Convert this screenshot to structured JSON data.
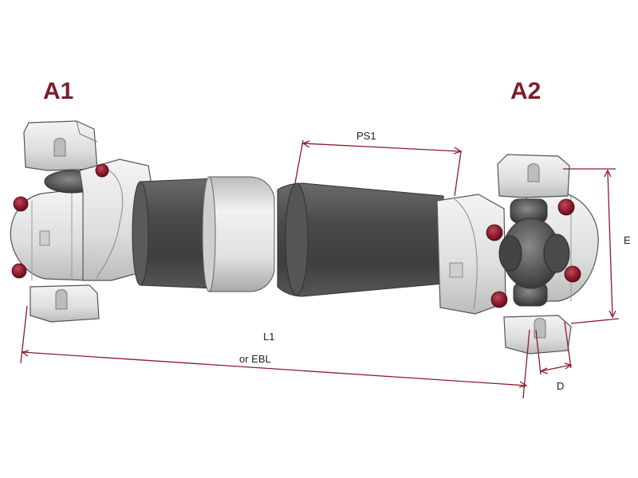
{
  "labels": {
    "end_a1": "A1",
    "end_a2": "A2",
    "ps1": "PS1",
    "l1": "L1",
    "ebl": "or EBL",
    "e": "E",
    "d": "D"
  },
  "colors": {
    "accent": "#7a1f2b",
    "dimension_line": "#8a1c2c",
    "bolt": "#8c1a2b",
    "tube_dark": "#4e4e4e",
    "tube_light": "#dcdcdc",
    "part_light": "#e8e8e8",
    "part_outline": "#555555"
  }
}
